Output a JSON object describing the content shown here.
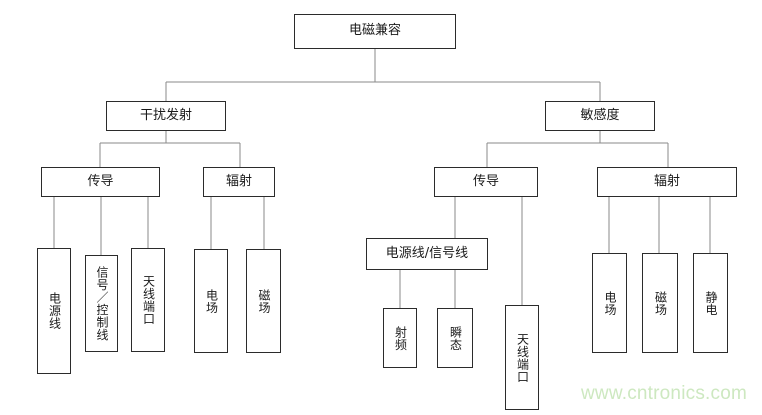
{
  "diagram": {
    "title_node": {
      "label": "电磁兼容"
    },
    "watermark": {
      "text": "www.cntronics.com",
      "color": "#cde8c0"
    },
    "colors": {
      "box_border": "#2b2b2b",
      "edge": "#8a8a8a",
      "text": "#1a1a1a",
      "background": "#ffffff"
    },
    "nodes": {
      "root": "电磁兼容",
      "emission": "干扰发射",
      "susceptibility": "敏感度",
      "emission_conducted": "传导",
      "emission_radiated": "辐射",
      "susceptibility_conducted": "传导",
      "susceptibility_radiated": "辐射",
      "em_cond_power_line": "电源线",
      "em_cond_signal_control_line": "信号／控制线",
      "em_cond_antenna_port": "天线端口",
      "em_rad_e_field": "电场",
      "em_rad_h_field": "磁场",
      "sus_cond_power_signal_line": "电源线/信号线",
      "sus_cond_rf": "射频",
      "sus_cond_transient": "瞬态",
      "sus_cond_antenna_port": "天线端口",
      "sus_rad_e_field": "电场",
      "sus_rad_h_field": "磁场",
      "sus_rad_esd": "静电"
    }
  }
}
